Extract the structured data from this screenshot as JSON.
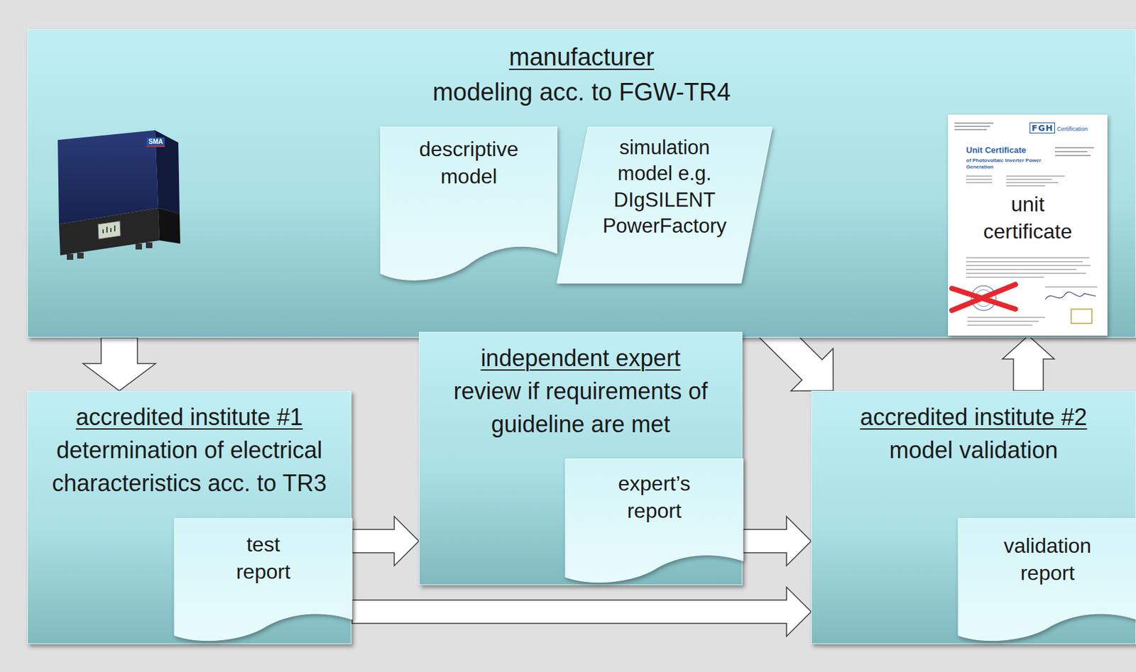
{
  "diagram": {
    "nodes": [
      {
        "text": [
          "manufacturer",
          "modeling acc. to FGW-TR4"
        ]
      },
      {
        "text": [
          "descriptive model"
        ],
        "in": 0
      },
      {
        "text": [
          "simulation model e.g. DIgSILENT PowerFactory"
        ],
        "in": 0
      },
      {
        "text": [
          "unit certificate"
        ],
        "in": 0
      },
      {
        "text": [
          "accredited institute #1",
          "determination of electrical characteristics acc. to TR3"
        ]
      },
      {
        "text": [
          "test report"
        ],
        "in": 4
      },
      {
        "text": [
          "independent expert",
          "review if requirements of guideline are met"
        ]
      },
      {
        "text": [
          "expert’s report"
        ],
        "in": 6
      },
      {
        "text": [
          "accredited institute #2",
          "model validation"
        ]
      },
      {
        "text": [
          "validation report"
        ],
        "in": 8
      }
    ],
    "edges": [
      {
        "from": 0,
        "to": 4,
        "arrow": "to"
      },
      {
        "from": 1,
        "to": 6,
        "arrow": "to"
      },
      {
        "from": 2,
        "to": 8,
        "arrow": "to"
      },
      {
        "from": 5,
        "to": 6,
        "arrow": "to"
      },
      {
        "from": 7,
        "to": 8,
        "arrow": "to"
      },
      {
        "from": 5,
        "to": 8,
        "arrow": "to"
      },
      {
        "from": 8,
        "to": 3,
        "arrow": "to"
      }
    ],
    "labels": [
      "SMA",
      "FGH",
      "Certification",
      "Unit Certificate",
      "of Photovoltaic Inverter Power Generation"
    ]
  }
}
